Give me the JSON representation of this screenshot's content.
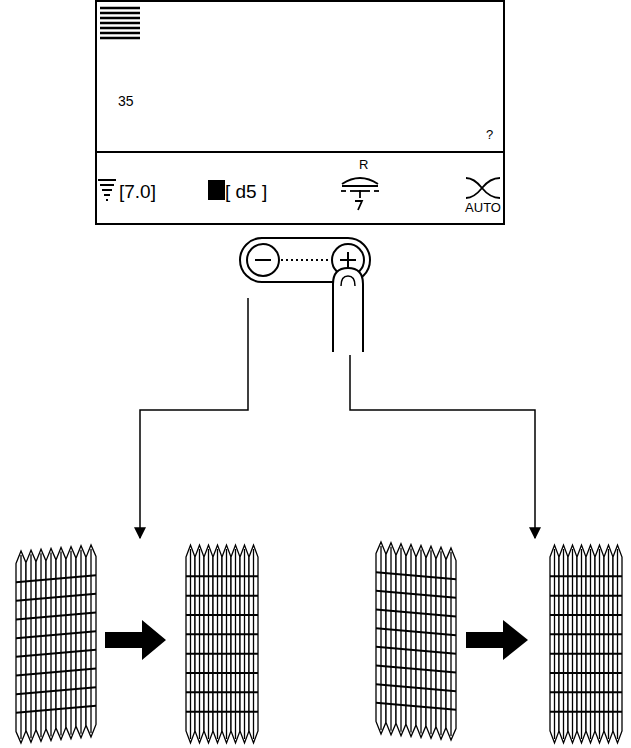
{
  "diagram": {
    "nodes": [
      {
        "text": [
          "35",
          "?",
          "[7.0]",
          "[ d5 ]",
          "R",
          "AUTO"
        ]
      }
    ]
  }
}
